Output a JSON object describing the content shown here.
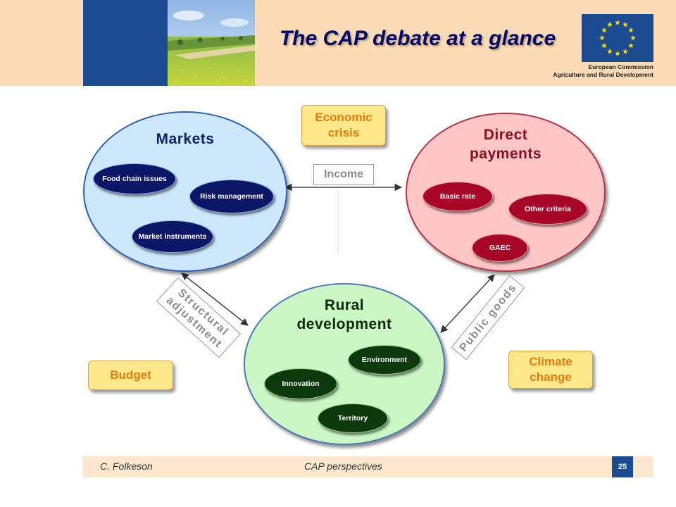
{
  "header": {
    "title": "The CAP debate at a glance",
    "org_line1": "European Commission",
    "org_line2": "Agriculture and Rural Development"
  },
  "markets": {
    "title": "Markets",
    "items": [
      "Food chain issues",
      "Risk management",
      "Market instruments"
    ]
  },
  "direct_payments": {
    "title_line1": "Direct",
    "title_line2": "payments",
    "items": [
      "Basic rate",
      "Other criteria",
      "GAEC"
    ]
  },
  "rural_development": {
    "title_line1": "Rural",
    "title_line2": "development",
    "items": [
      "Environment",
      "Innovation",
      "Territory"
    ]
  },
  "links": {
    "income": "Income",
    "structural_line1": "Structural",
    "structural_line2": "adjustment",
    "public_goods": "Public goods"
  },
  "boxes": {
    "economic_line1": "Economic",
    "economic_line2": "crisis",
    "budget": "Budget",
    "climate_line1": "Climate",
    "climate_line2": "change"
  },
  "footer": {
    "author": "C. Folkeson",
    "center": "CAP perspectives",
    "page": "25"
  },
  "colors": {
    "title": "#000a6e",
    "header_band": "#fbdcb6",
    "eu_blue": "#1b4c92",
    "markets_fill": "#cde8fb",
    "direct_fill": "#ffc6c6",
    "rural_fill": "#caf7c4",
    "box_text": "#e47d10"
  }
}
